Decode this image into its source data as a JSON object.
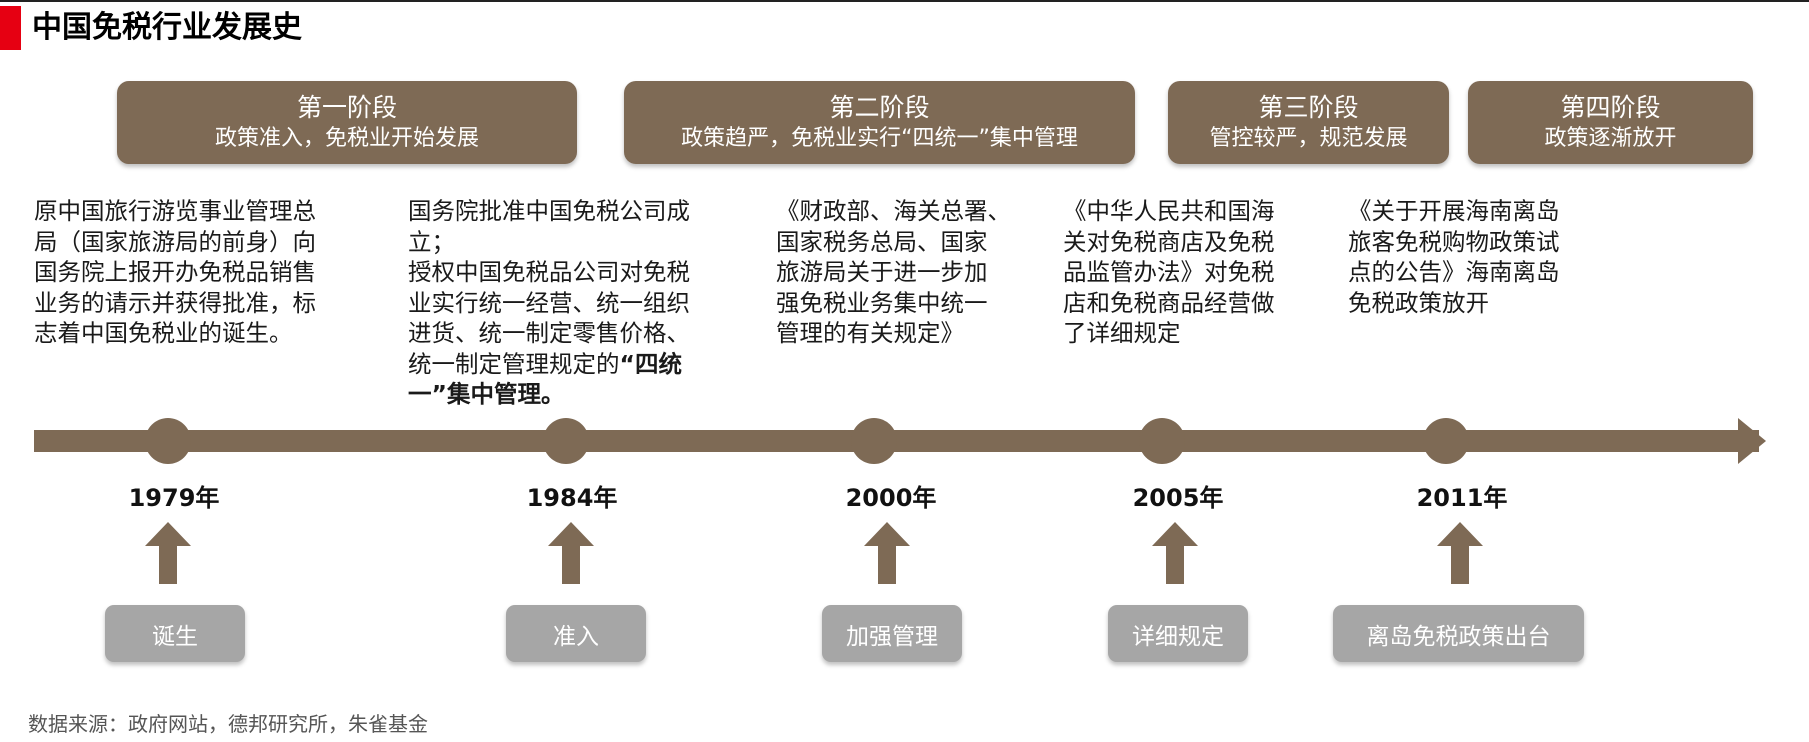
{
  "title": "中国免税行业发展史",
  "stages": [
    {
      "name": "第一阶段",
      "desc": "政策准入，免税业开始发展"
    },
    {
      "name": "第二阶段",
      "desc": "政策趋严，免税业实行“四统一”集中管理"
    },
    {
      "name": "第三阶段",
      "desc": "管控较严，规范发展"
    },
    {
      "name": "第四阶段",
      "desc": "政策逐渐放开"
    }
  ],
  "descriptions": [
    {
      "lines": [
        "原中国旅行游览事业管理总",
        "局（国家旅游局的前身）向",
        "国务院上报开办免税品销售",
        "业务的请示并获得批准，标",
        "志着中国免税业的诞生。"
      ]
    },
    {
      "lines": [
        "国务院批准中国免税公司成",
        "立；",
        "授权中国免税品公司对免税",
        "业实行统一经营、统一组织",
        "进货、统一制定零售价格、"
      ],
      "line6_pre": "统一制定管理规定的",
      "line6_bold": "“四统",
      "line7_bold": "一”集中管理。"
    },
    {
      "lines": [
        "《财政部、海关总署、",
        "国家税务总局、国家",
        "旅游局关于进一步加",
        "强免税业务集中统一",
        "管理的有关规定》"
      ]
    },
    {
      "lines": [
        "《中华人民共和国海",
        "关对免税商店及免税",
        "品监管办法》对免税",
        "店和免税商品经营做",
        "了详细规定"
      ]
    },
    {
      "lines": [
        "《关于开展海南离岛",
        "旅客免税购物政策试",
        "点的公告》海南离岛",
        "免税政策放开"
      ]
    }
  ],
  "milestones": [
    {
      "year": "1979年",
      "tag": "诞生"
    },
    {
      "year": "1984年",
      "tag": "准入"
    },
    {
      "year": "2000年",
      "tag": "加强管理"
    },
    {
      "year": "2005年",
      "tag": "详细规定"
    },
    {
      "year": "2011年",
      "tag": "离岛免税政策出台"
    }
  ],
  "source": "数据来源：政府网站，德邦研究所，朱雀基金",
  "colors": {
    "accent": "#e60012",
    "brown": "#7e6a55",
    "tag_gray": "#a6a6a6"
  }
}
